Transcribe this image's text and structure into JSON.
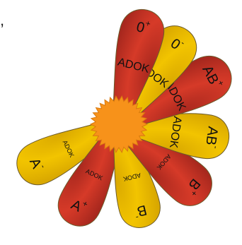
{
  "corner_char": ",",
  "colors": {
    "red_gradient_inner": "#a8281e",
    "red_gradient_mid": "#d63a28",
    "yellow_gradient_inner": "#d9a800",
    "yellow_gradient_mid": "#f2c400",
    "center_fill": "#f7921a",
    "center_stroke": "#d97a10",
    "outline": "#6b5a2a"
  },
  "petals": [
    {
      "id": "o-plus",
      "color": "red",
      "label": "ADOK",
      "mark": "0",
      "sign": "+"
    },
    {
      "id": "o-minus",
      "color": "yellow",
      "label": "ADOK",
      "mark": "0",
      "sign": "-"
    },
    {
      "id": "ab-plus",
      "color": "red",
      "label": "ADOK",
      "mark": "AB",
      "sign": "+"
    },
    {
      "id": "ab-minus",
      "color": "yellow",
      "label": "ADOK",
      "mark": "AB",
      "sign": "-"
    },
    {
      "id": "b-plus",
      "color": "red",
      "label": "ADOK",
      "mark": "B",
      "sign": "+"
    },
    {
      "id": "b-minus",
      "color": "yellow",
      "label": "ADOK",
      "mark": "B",
      "sign": "-"
    },
    {
      "id": "a-plus",
      "color": "red",
      "label": "ADOK",
      "mark": "A",
      "sign": "+"
    },
    {
      "id": "a-minus",
      "color": "yellow",
      "label": "ADOK",
      "mark": "A",
      "sign": "-"
    }
  ]
}
